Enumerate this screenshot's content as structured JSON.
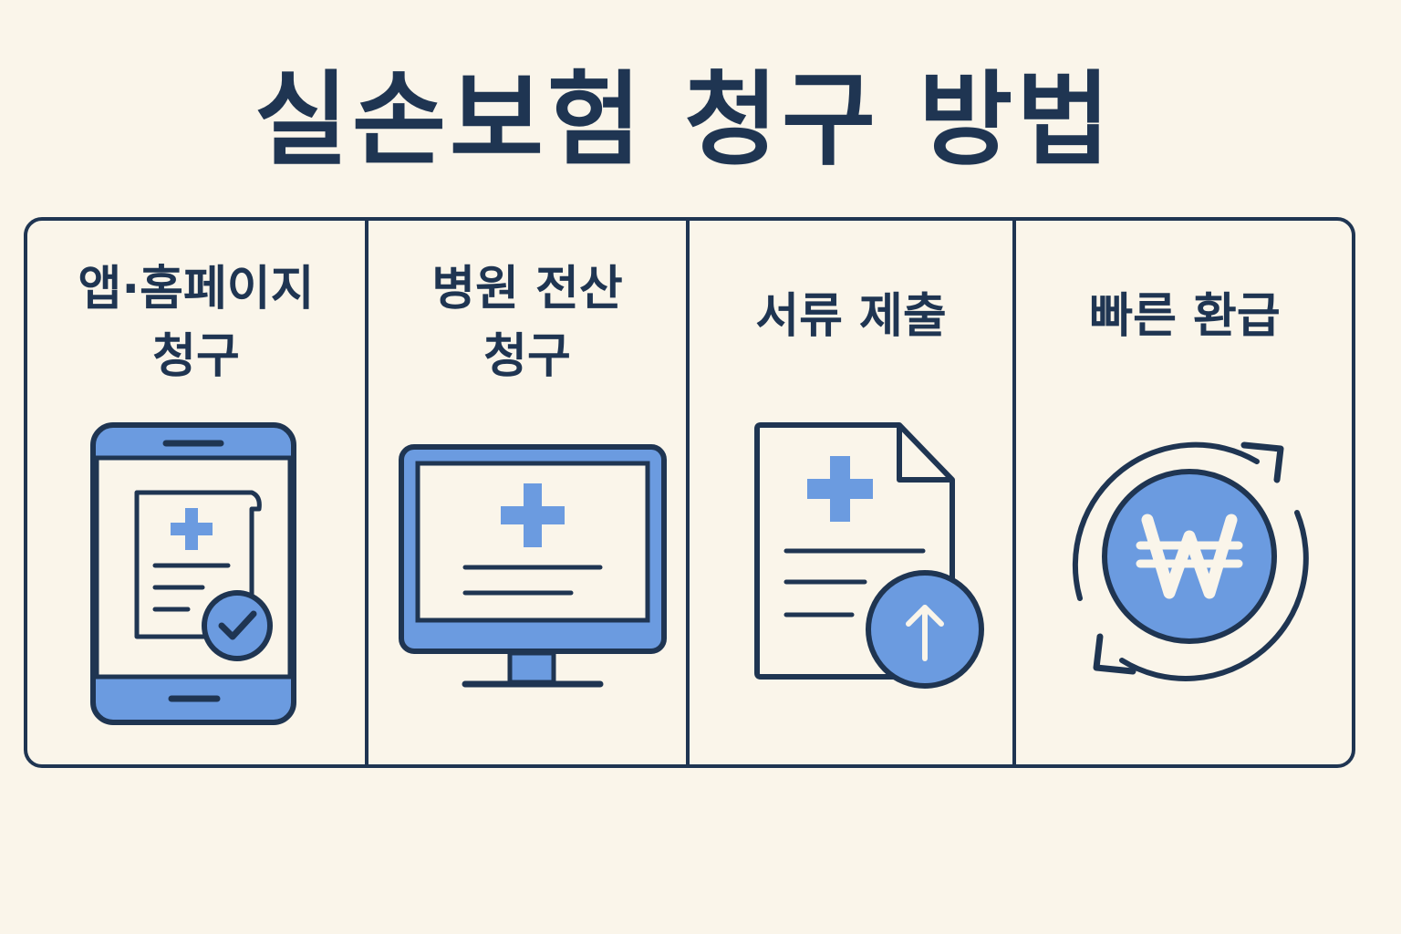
{
  "title": "실손보험 청구 방법",
  "colors": {
    "background": "#faf5ea",
    "navy": "#1f3552",
    "accent_blue": "#6b9be0",
    "paper": "#faf5ea"
  },
  "steps": [
    {
      "label": "앱·홈페이지\n청구",
      "icon": "smartphone-document-check-icon"
    },
    {
      "label": "병원 전산\n청구",
      "icon": "monitor-medical-cross-icon"
    },
    {
      "label": "서류 제출",
      "icon": "document-upload-icon"
    },
    {
      "label": "빠른 환급",
      "icon": "won-refresh-icon"
    }
  ]
}
